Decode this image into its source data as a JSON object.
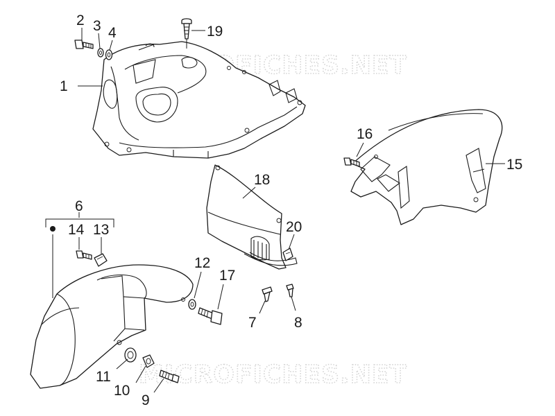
{
  "watermark": {
    "text_top": "MICROFICHES.NET",
    "text_bottom": "MICROFICHES.NET",
    "color": "#d4d4d4"
  },
  "callouts": {
    "c1": "1",
    "c2": "2",
    "c3": "3",
    "c4": "4",
    "c6": "6",
    "c7": "7",
    "c8": "8",
    "c9": "9",
    "c10": "10",
    "c11": "11",
    "c12": "12",
    "c13": "13",
    "c14": "14",
    "c15": "15",
    "c16": "16",
    "c17": "17",
    "c18": "18",
    "c19": "19",
    "c20": "20"
  },
  "colors": {
    "ink": "#1a1a1a",
    "background": "#ffffff"
  }
}
